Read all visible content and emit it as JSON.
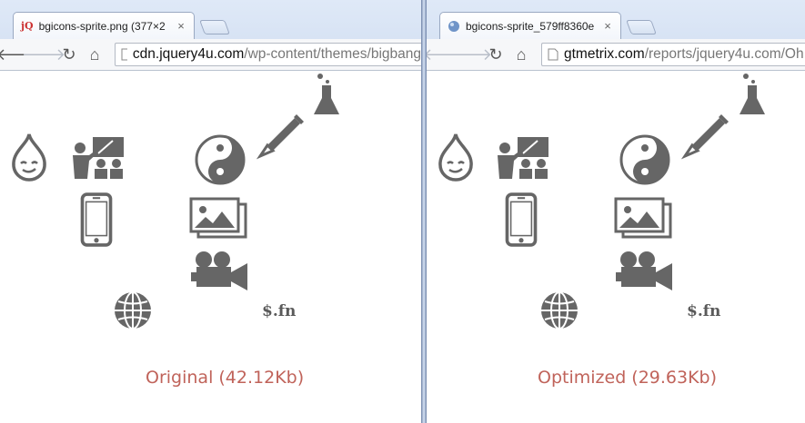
{
  "windows": [
    {
      "tab_title": "bgicons-sprite.png (377×2",
      "url_host": "cdn.jquery4u.com",
      "url_path": "/wp-content/themes/bigbang",
      "caption": "Original (42.12Kb)",
      "fn_label": "$.fn"
    },
    {
      "tab_title": "bgicons-sprite_579ff8360e",
      "url_host": "gtmetrix.com",
      "url_path": "/reports/jquery4u.com/Oh",
      "caption": "Optimized (29.63Kb)",
      "fn_label": "$.fn"
    }
  ],
  "colors": {
    "icon_gray": "#666666",
    "caption": "#c0635a",
    "favicon_left": "#cc3333"
  },
  "icons": [
    "flask-icon",
    "drupal-drop-icon",
    "presentation-icon",
    "yin-yang-icon",
    "fountain-pen-icon",
    "smartphone-icon",
    "image-gallery-icon",
    "video-camera-icon",
    "globe-icon"
  ]
}
